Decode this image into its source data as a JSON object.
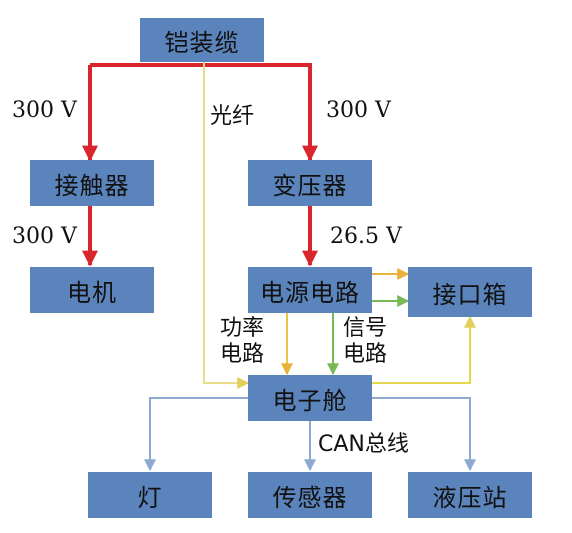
{
  "nodes": {
    "armored_cable": "铠装缆",
    "contactor": "接触器",
    "transformer": "变压器",
    "motor": "电机",
    "power_circuit": "电源电路",
    "interface_box": "接口箱",
    "electronic_cabin": "电子舱",
    "lamp": "灯",
    "sensor": "传感器",
    "hydraulic_station": "液压站"
  },
  "labels": {
    "v_left_top": "300 V",
    "v_left_bottom": "300 V",
    "v_right_top": "300 V",
    "v_transformer_out": "26.5 V",
    "optical_fiber": "光纤",
    "power_circuit_line_1": "功率",
    "power_circuit_line_2": "电路",
    "signal_circuit_line_1": "信号",
    "signal_circuit_line_2": "电路",
    "can_bus": "CAN总线"
  },
  "colors": {
    "box_fill": "#5b84bd",
    "power_line": "#d9262d",
    "fiber_line": "#e8dc8a",
    "signal_line": "#79b957",
    "bus_line": "#8fa8d1",
    "power_circuit_line": "#e8c24a"
  }
}
